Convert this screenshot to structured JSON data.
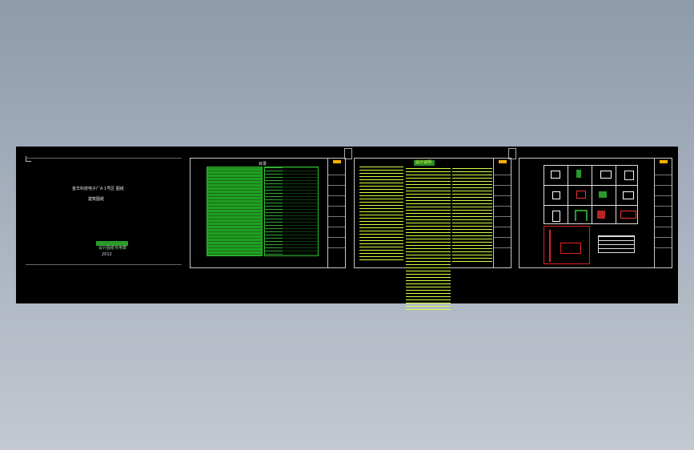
{
  "cover": {
    "title_line1": "金华科技电子厂A 1号区 图纸",
    "title_line2": "建筑图纸",
    "stamp_text": "设计图纸专用章",
    "date": "2012"
  },
  "sheet3": {
    "heading": "设计说明"
  },
  "sheet2": {
    "heading": "目录"
  },
  "colors": {
    "background": "#000000",
    "table_green": "#33bb33",
    "text_yellow": "#d8ff40",
    "titleblock_orange": "#ffb000",
    "frame": "#c8c8c8"
  }
}
